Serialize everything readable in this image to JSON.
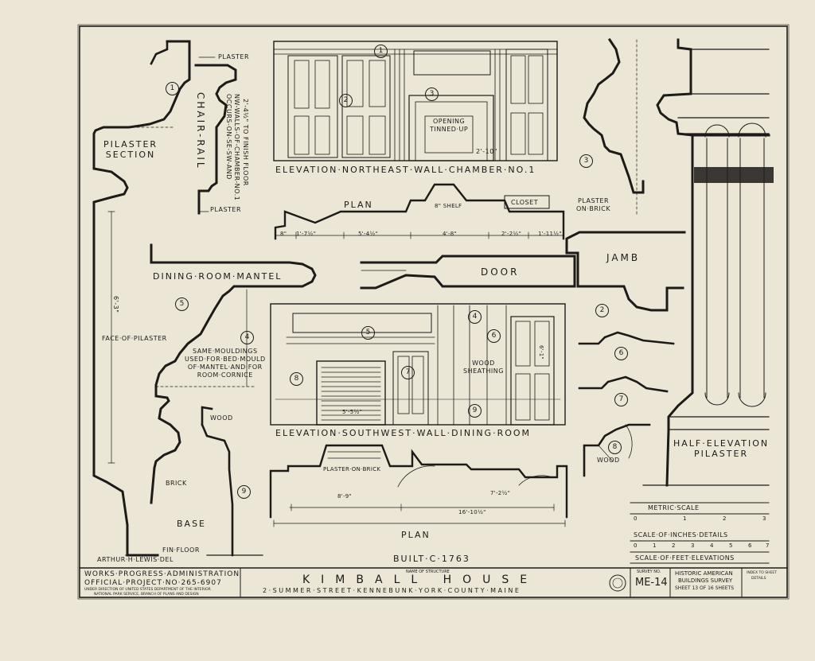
{
  "labels": {
    "pilaster_section": [
      "PILASTER",
      "SECTION"
    ],
    "chair_rail": "CHAIR-RAIL",
    "chair_rail_note_1": "OCCURS-ON-SE-SW-AND",
    "chair_rail_note_2": "NW-WALLS-OF-CHAMBER-NO.1",
    "chair_rail_note_3": "2'-4½\" TO FINISH FLOOR",
    "plaster_top": "PLASTER",
    "plaster_bottom": "PLASTER",
    "elevation_ne": "ELEVATION·NORTHEAST·WALL·CHAMBER·NO.1",
    "opening_note": [
      "OPENING",
      "TINNED·UP"
    ],
    "plan_upper": "PLAN",
    "shelf": "8\" SHELF",
    "closet": "CLOSET",
    "plaster_on_brick": [
      "PLASTER",
      "ON·BRICK"
    ],
    "door": "DOOR",
    "jamb": "JAMB",
    "dining_room_mantel": "DINING·ROOM·MANTEL",
    "face_of_pilaster": "FACE·OF·PILASTER",
    "same_mouldings": [
      "SAME·MOULDINGS",
      "USED·FOR·BED·MOULD",
      "OF·MANTEL·AND·FOR",
      "ROOM·CORNICE"
    ],
    "wood_sheathing": [
      "WOOD",
      "SHEATHING"
    ],
    "elevation_sw": "ELEVATION·SOUTHWEST·WALL·DINING·ROOM",
    "wood_1": "WOOD",
    "wood_2": "WOOD",
    "brick": "BRICK",
    "base": "BASE",
    "fin_floor": "FIN·FLOOR",
    "plaster_on_brick_lower": "PLASTER·ON·BRICK",
    "plan_lower": "PLAN",
    "built": "BUILT·C·1763",
    "half_elevation": [
      "HALF·ELEVATION",
      "PILASTER"
    ],
    "delineator": "ARTHUR·H·LEWIS·DEL",
    "height_6_3": "6'-3\"",
    "dims_upper": [
      "8\"",
      "1'-7½\"",
      "5'-4½\"",
      "4'-8\"",
      "2'-2½\"",
      "1'-11½\""
    ],
    "dim_total_lower": "16'-10½\"",
    "dim_8_9": "8'-9\"",
    "dim_7_2": "7'-2½\"",
    "dim_2_10": "2'-10\"",
    "dim_5_5": "5'-5½\"",
    "dim_6_1": "6'-1\""
  },
  "callouts": [
    "1",
    "2",
    "3",
    "3",
    "4",
    "5",
    "5",
    "6",
    "6",
    "7",
    "7",
    "8",
    "8",
    "9",
    "9",
    "1",
    "2",
    "4"
  ],
  "scales": {
    "metric": "METRIC·SCALE",
    "metric_ticks": [
      "0",
      "1",
      "2",
      "3"
    ],
    "inches": "SCALE·OF·INCHES·DETAILS",
    "inches_ticks": [
      "0",
      "1",
      "2",
      "3",
      "4",
      "5",
      "6",
      "7"
    ],
    "feet": "SCALE·OF·FEET·ELEVATIONS"
  },
  "title_block": {
    "wpa": "WORKS·PROGRESS·ADMINISTRATION",
    "project": "OFFICIAL·PROJECT·NO·265-6907",
    "under_1": "UNDER DIRECTION OF UNITED STATES DEPARTMENT OF THE INTERIOR",
    "under_2": "NATIONAL PARK SERVICE, BRANCH OF PLANS AND DESIGN",
    "name_of_structure": "NAME OF STRUCTURE",
    "structure_name": "KIMBALL HOUSE",
    "address": "2·SUMMER·STREET·KENNEBUNK·YORK·COUNTY·MAINE",
    "survey_no_label": "SURVEY NO.",
    "survey_no": "ME-14",
    "habs_1": "HISTORIC AMERICAN",
    "habs_2": "BUILDINGS SURVEY",
    "sheet": "SHEET 13 OF 16 SHEETS",
    "index_1": "INDEX TO SHEET",
    "index_2": "DETAILS"
  },
  "colors": {
    "paper": "#ece6d6",
    "ink": "#1d1b18"
  }
}
